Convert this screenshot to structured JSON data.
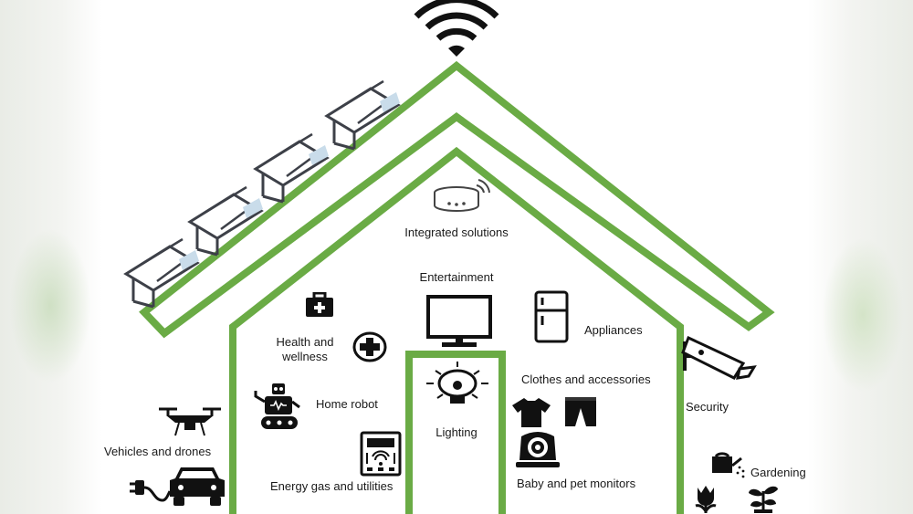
{
  "labels": {
    "integrated": "Integrated solutions",
    "entertainment": "Entertainment",
    "appliances": "Appliances",
    "health_line1": "Health and",
    "health_line2": "wellness",
    "home_robot": "Home robot",
    "lighting": "Lighting",
    "clothes": "Clothes and accessories",
    "security": "Security",
    "vehicles": "Vehicles and drones",
    "energy": "Energy gas and utilities",
    "baby": "Baby and pet monitors",
    "gardening": "Gardening"
  },
  "colors": {
    "house_green": "#6aab45",
    "icon_dark": "#1a1a1a",
    "panel_stroke": "#3d4048",
    "panel_glass": "#c9dcea"
  },
  "icons": [
    "wifi-icon",
    "solar-panel-icon",
    "smart-speaker-icon",
    "tv-icon",
    "fridge-icon",
    "first-aid-kit-icon",
    "medical-cross-icon",
    "robot-icon",
    "lightbulb-icon",
    "tshirt-icon",
    "pants-icon",
    "camera-monitor-icon",
    "meter-icon",
    "security-camera-icon",
    "drone-icon",
    "electric-car-icon",
    "watering-can-icon",
    "flower-icon",
    "sprout-icon"
  ]
}
